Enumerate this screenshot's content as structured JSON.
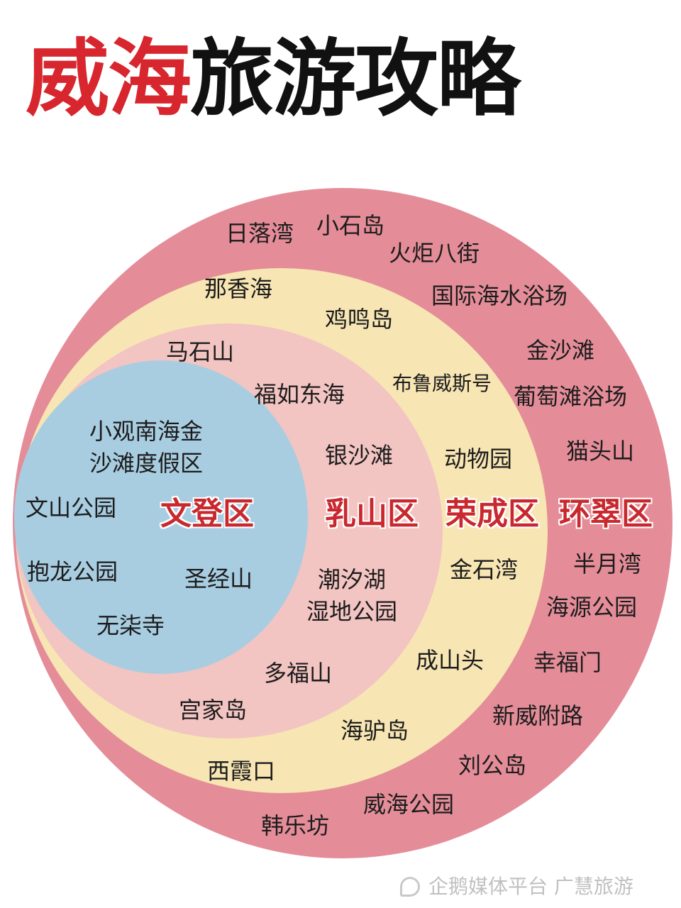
{
  "title": {
    "part1": "威海",
    "part2": "旅游攻略"
  },
  "districts": {
    "wendeng": "文登区",
    "rushan": "乳山区",
    "rongcheng": "荣成区",
    "huancui": "环翠区"
  },
  "colors": {
    "huancui": "#e48d99",
    "rongcheng": "#f7e5b3",
    "rushan": "#f2c4c2",
    "wendeng": "#a8cde1",
    "district_label": "#c8282e",
    "title_red": "#d8262e"
  },
  "places": {
    "huancui": [
      "日落湾",
      "小石岛",
      "火炬八街",
      "国际海水浴场",
      "金沙滩",
      "葡萄滩浴场",
      "猫头山",
      "半月湾",
      "海源公园",
      "幸福门",
      "新威附路",
      "刘公岛",
      "威海公园",
      "韩乐坊"
    ],
    "rongcheng": [
      "那香海",
      "鸡鸣岛",
      "布鲁威斯号",
      "动物园",
      "金石湾",
      "成山头",
      "海驴岛",
      "西霞口"
    ],
    "rushan": [
      "马石山",
      "福如东海",
      "银沙滩",
      "潮汐湖",
      "湿地公园",
      "多福山",
      "宫家岛"
    ],
    "wendeng": [
      "小观南海金",
      "沙滩度假区",
      "文山公园",
      "抱龙公园",
      "圣经山",
      "无柒寺"
    ]
  },
  "watermark": "企鹅媒体平台 广慧旅游"
}
